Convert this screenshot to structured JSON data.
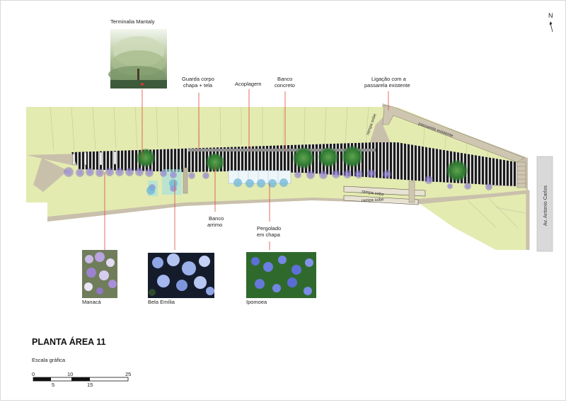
{
  "north": "N",
  "title": "PLANTA ÁREA 11",
  "scale": {
    "label": "Escala gráfica",
    "top_ticks": [
      "0",
      "10",
      "25"
    ],
    "bottom_ticks": [
      "5",
      "15"
    ]
  },
  "callouts_top": {
    "terminalia": "Terminalia Mantaly",
    "guarda_corpo_1": "Guarda corpo",
    "guarda_corpo_2": "chapa + tela",
    "acoplagem": "Acoplagem",
    "banco_concreto_1": "Banco",
    "banco_concreto_2": "concreto",
    "ligacao_1": "Ligação com a",
    "ligacao_2": "passarela existente"
  },
  "callouts_bottom": {
    "banco_arrimo_1": "Banco",
    "banco_arrimo_2": "arrimo",
    "pergolado_1": "Pergolado",
    "pergolado_2": "em chapa"
  },
  "photos": {
    "manaca": "Manacá",
    "bela_emilia": "Bela Emília",
    "ipomoea": "Ipomoea"
  },
  "plan_labels": {
    "passarela": "passarela existente",
    "rampa_sobe_1": "rampa sobe",
    "rampa_sobe_2": "rampa sobe",
    "rampa_sobe_3": "rampa sobe",
    "avenida": "Av. Antonio Carlos"
  },
  "colors": {
    "callout_line": "#e04a3a",
    "grass": "#e4ebb0",
    "path": "#c9c0ac",
    "deck": "#1c1c1c",
    "tree": "#3f8a3a",
    "flowers": "#8a78cc",
    "pergola": "#eef6fa"
  }
}
